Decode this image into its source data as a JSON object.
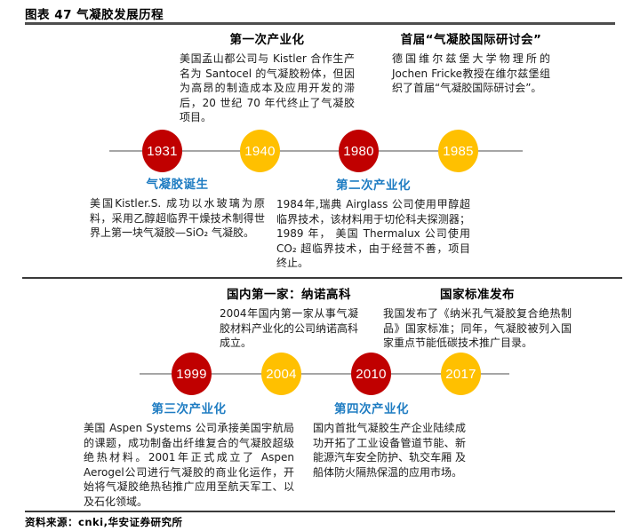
{
  "figure": {
    "title": "图表 47  气凝胶发展历程",
    "source": "资料来源：cnki,华安证券研究所"
  },
  "colors": {
    "red": "#C00000",
    "yellow": "#FFC000",
    "blue": "#1E7CC2",
    "timeline_gray": "#A6A6A6"
  },
  "top_section": {
    "above": [
      {
        "title": "第一次产业化",
        "body": "美国孟山都公司与 Kistler 合作生产名为 Santocel 的气凝胶粉体，但因为高昂的制造成本及应用开发的滞后，20 世纪 70 年代终止了气凝胶项目。"
      },
      {
        "title": "首届“气凝胶国际研讨会”",
        "body": "德国维尔兹堡大学物理所的Jochen Fricke教授在维尔兹堡组织了首届“气凝胶国际研讨会”。"
      }
    ],
    "timeline": {
      "years": [
        "1931",
        "1940",
        "1980",
        "1985"
      ]
    },
    "below": [
      {
        "title": "气凝胶诞生",
        "body": "美国Kistler.S. 成功以水玻璃为原料，采用乙醇超临界干燥技术制得世界上第一块气凝胶—SiO₂ 气凝胶。"
      },
      {
        "title": "第二次产业化",
        "body": "1984年,瑞典 Airglass 公司使用甲醇超临界技术，该材料用于切伦科夫探测器； 1989 年， 美国 Thermalux 公司使用 CO₂ 超临界技术，由于经营不善，项目终止。"
      }
    ]
  },
  "bottom_section": {
    "above": [
      {
        "title": "国内第一家：纳诺高科",
        "body": "2004年国内第一家从事气凝胶材料产业化的公司纳诺高科成立。"
      },
      {
        "title": "国家标准发布",
        "body": "我国发布了《纳米孔气凝胶复合绝热制品》国家标准；同年，气凝胶被列入国家重点节能低碳技术推广目录。"
      }
    ],
    "timeline": {
      "years": [
        "1999",
        "2004",
        "2010",
        "2017"
      ]
    },
    "below": [
      {
        "title": "第三次产业化",
        "body": "美国 Aspen Systems 公司承接美国宇航局的课题，成功制备出纤维复合的气凝胶超级绝热材料。2001年正式成立了 Aspen Aerogel公司进行气凝胶的商业化运作，开始将气凝胶绝热毡推广应用至航天军工、以及石化领域。"
      },
      {
        "title": "第四次产业化",
        "body": "国内首批气凝胶生产企业陆续成功开拓了工业设备管道节能、新能源汽车安全防护、轨交车厢 及船体防火隔热保温的应用市场。"
      }
    ]
  }
}
